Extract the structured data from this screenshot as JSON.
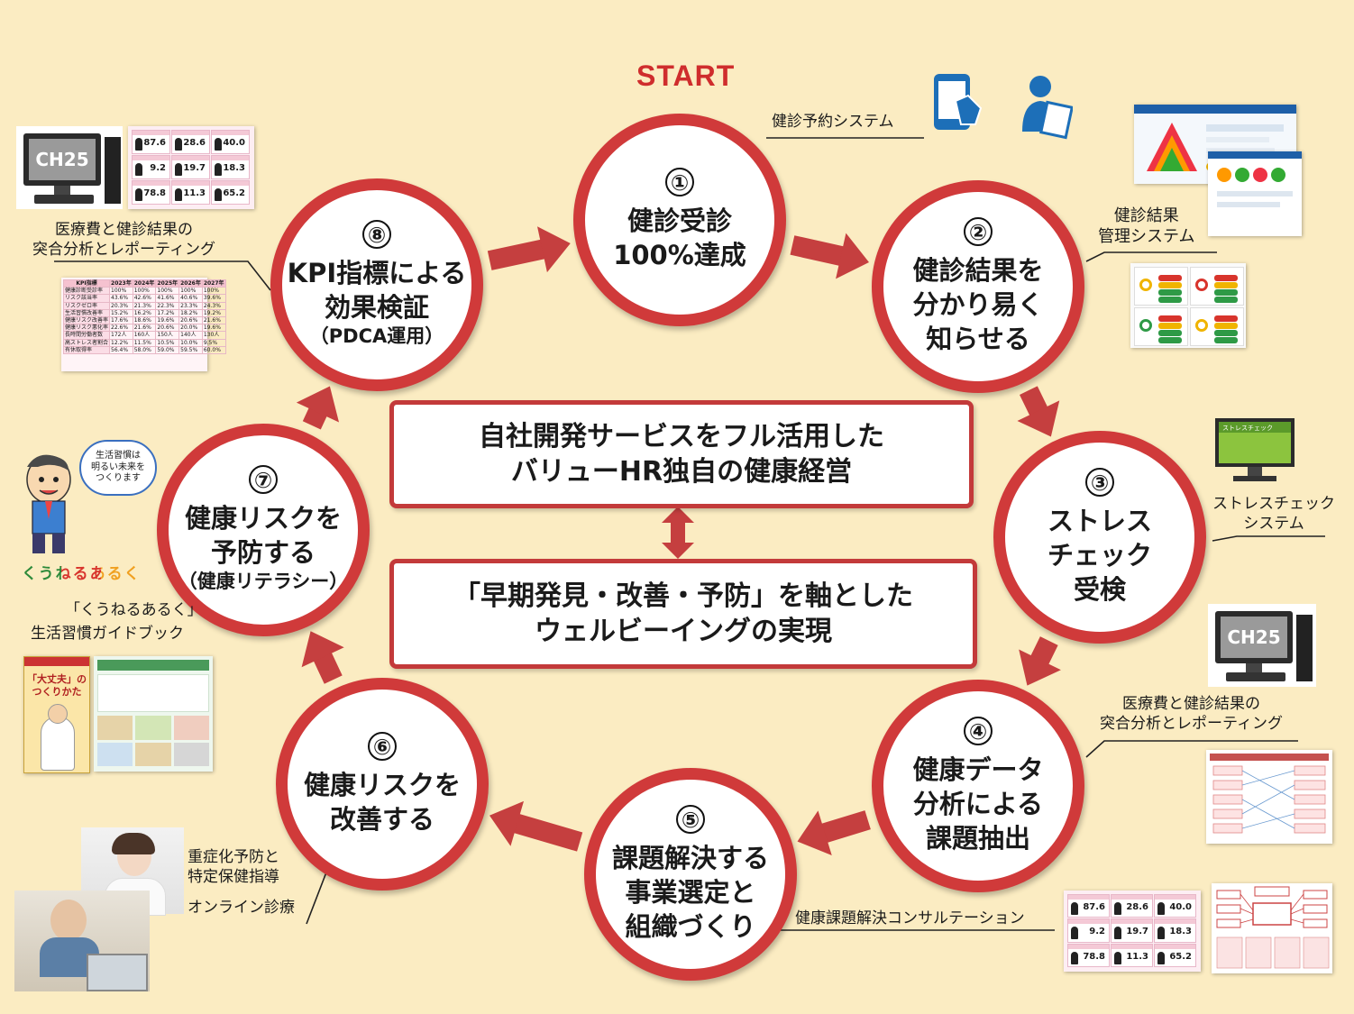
{
  "start_label": "START",
  "steps": [
    {
      "num": "①",
      "lines": [
        "健診受診",
        "100%達成"
      ]
    },
    {
      "num": "②",
      "lines": [
        "健診結果を",
        "分かり易く",
        "知らせる"
      ]
    },
    {
      "num": "③",
      "lines": [
        "ストレス",
        "チェック",
        "受検"
      ]
    },
    {
      "num": "④",
      "lines": [
        "健康データ",
        "分析による",
        "課題抽出"
      ]
    },
    {
      "num": "⑤",
      "lines": [
        "課題解決する",
        "事業選定と",
        "組織づくり"
      ]
    },
    {
      "num": "⑥",
      "lines": [
        "健康リスクを",
        "改善する"
      ]
    },
    {
      "num": "⑦",
      "lines": [
        "健康リスクを",
        "予防する",
        "（健康リテラシー）"
      ]
    },
    {
      "num": "⑧",
      "lines": [
        "KPI指標による",
        "効果検証",
        "（PDCA運用）"
      ]
    }
  ],
  "center": {
    "top": [
      "自社開発サービスをフル活用した",
      "バリューHR独自の健康経営"
    ],
    "bottom": [
      "「早期発見・改善・予防」を軸とした",
      "ウェルビーイングの実現"
    ]
  },
  "labels": {
    "reservation": "健診予約システム",
    "result_mgmt": [
      "健診結果",
      "管理システム"
    ],
    "stress": [
      "ストレスチェック",
      "システム"
    ],
    "analysis_right": [
      "医療費と健診結果の",
      "突合分析とレポーティング"
    ],
    "consulting": "健康課題解決コンサルテーション",
    "online": [
      "重症化予防と",
      "特定保健指導"
    ],
    "online2": "オンライン診療",
    "guidebook": [
      "「くうねるあるく」",
      "生活習慣ガイドブック"
    ],
    "analysis_left": [
      "医療費と健診結果の",
      "突合分析とレポーティング"
    ]
  },
  "illustrations": {
    "ch25_label": "CH25",
    "speech_bubble": [
      "生活習慣は",
      "明るい未来を",
      "つくります"
    ],
    "kuuneru_logo": "くうねるあるく",
    "book_title": [
      "「大丈夫」の",
      "つくりかた"
    ],
    "stress_screen": "ストレスチェック"
  },
  "kpi_table": {
    "headers": [
      "KPI指標",
      "2023年",
      "2024年",
      "2025年",
      "2026年",
      "2027年"
    ],
    "rows": [
      [
        "健康診断受診率",
        "100%",
        "100%",
        "100%",
        "100%",
        "100%"
      ],
      [
        "リスク該当率",
        "43.6%",
        "42.6%",
        "41.6%",
        "40.6%",
        "39.6%"
      ],
      [
        "リスクゼロ率",
        "20.3%",
        "21.3%",
        "22.3%",
        "23.3%",
        "24.3%"
      ],
      [
        "生活習慣改善率",
        "15.2%",
        "16.2%",
        "17.2%",
        "18.2%",
        "19.2%"
      ],
      [
        "健康リスク改善率",
        "17.6%",
        "18.6%",
        "19.6%",
        "20.6%",
        "21.6%"
      ],
      [
        "健康リスク悪化率",
        "22.6%",
        "21.6%",
        "20.6%",
        "20.0%",
        "19.6%"
      ],
      [
        "長時間労働者数",
        "172人",
        "160人",
        "150人",
        "140人",
        "130人"
      ],
      [
        "高ストレス者割合",
        "12.2%",
        "11.5%",
        "10.5%",
        "10.0%",
        "9.5%"
      ],
      [
        "有休取得率",
        "56.4%",
        "58.0%",
        "59.0%",
        "59.5%",
        "60.0%"
      ]
    ]
  },
  "mini_stats": [
    "87.6",
    "28.6",
    "40.0",
    "9.2",
    "19.7",
    "18.3",
    "78.8",
    "11.3",
    "65.2"
  ],
  "colors": {
    "ring": "#c53f3f",
    "node_border": "#d03a3a",
    "background": "#fbecc2",
    "start": "#cf2d2d"
  }
}
